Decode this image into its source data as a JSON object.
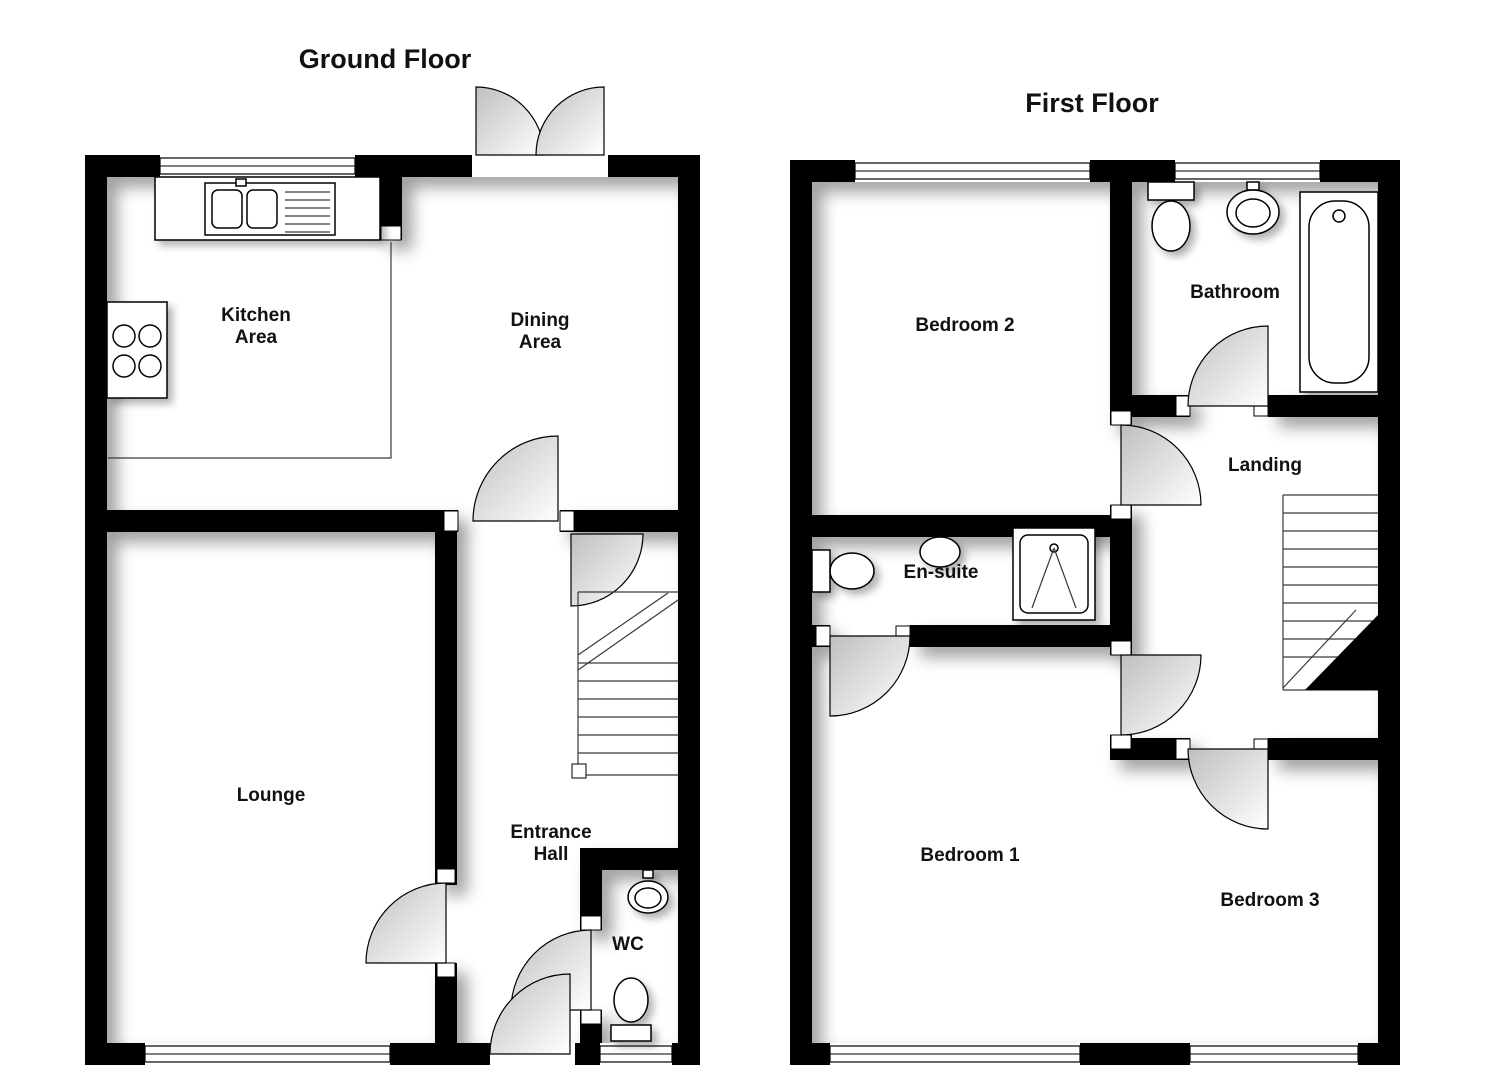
{
  "colors": {
    "walls": "#000000",
    "background": "#ffffff"
  },
  "ground_floor": {
    "title": "Ground Floor",
    "rooms": {
      "kitchen": {
        "line1": "Kitchen",
        "line2": "Area"
      },
      "dining": {
        "line1": "Dining",
        "line2": "Area"
      },
      "lounge": {
        "label": "Lounge"
      },
      "entrance_hall": {
        "line1": "Entrance",
        "line2": "Hall"
      },
      "wc": {
        "label": "WC"
      }
    }
  },
  "first_floor": {
    "title": "First Floor",
    "rooms": {
      "bedroom2": {
        "label": "Bedroom 2"
      },
      "bathroom": {
        "label": "Bathroom"
      },
      "landing": {
        "label": "Landing"
      },
      "ensuite": {
        "label": "En-suite"
      },
      "bedroom1": {
        "label": "Bedroom 1"
      },
      "bedroom3": {
        "label": "Bedroom 3"
      }
    }
  }
}
